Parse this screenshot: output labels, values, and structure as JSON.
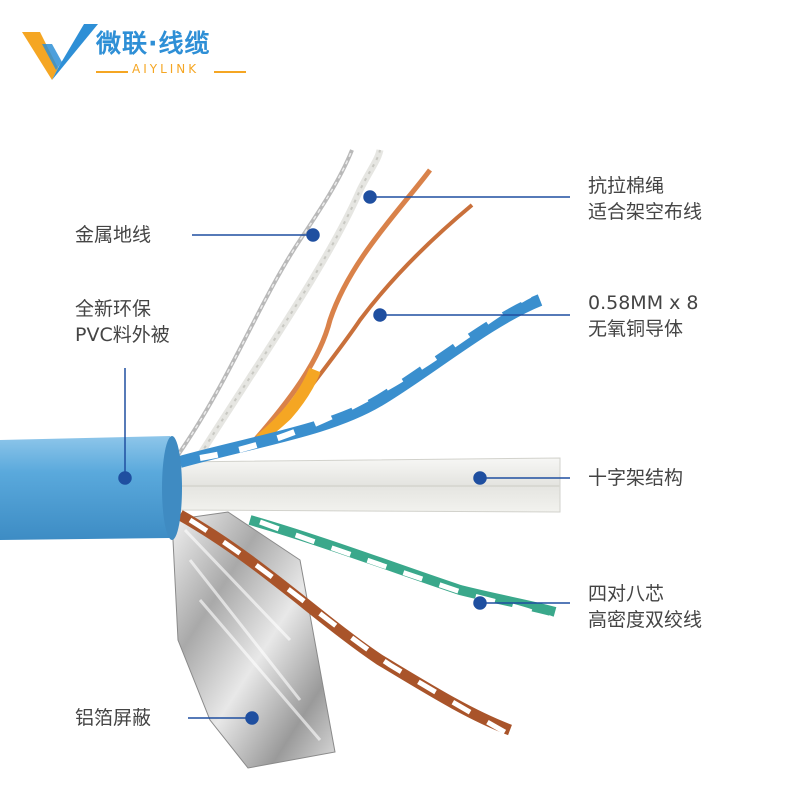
{
  "brand": {
    "name_cn": "微联·线缆",
    "name_en": "AIYLINK",
    "colors": {
      "primary": "#2e8fd6",
      "accent": "#f5a623"
    }
  },
  "callouts": {
    "drain_wire": "金属地线",
    "ripcord_line1": "抗拉棉绳",
    "ripcord_line2": "适合架空布线",
    "jacket_line1": "全新环保",
    "jacket_line2": "PVC料外被",
    "conductor_line1": "0.58MM x 8",
    "conductor_line2": "无氧铜导体",
    "separator": "十字架结构",
    "pairs_line1": "四对八芯",
    "pairs_line2": "高密度双绞线",
    "shield": "铝箔屏蔽"
  },
  "colors": {
    "jacket": "#5aa9dc",
    "pointer": "#1f4fa0",
    "text": "#444444"
  }
}
